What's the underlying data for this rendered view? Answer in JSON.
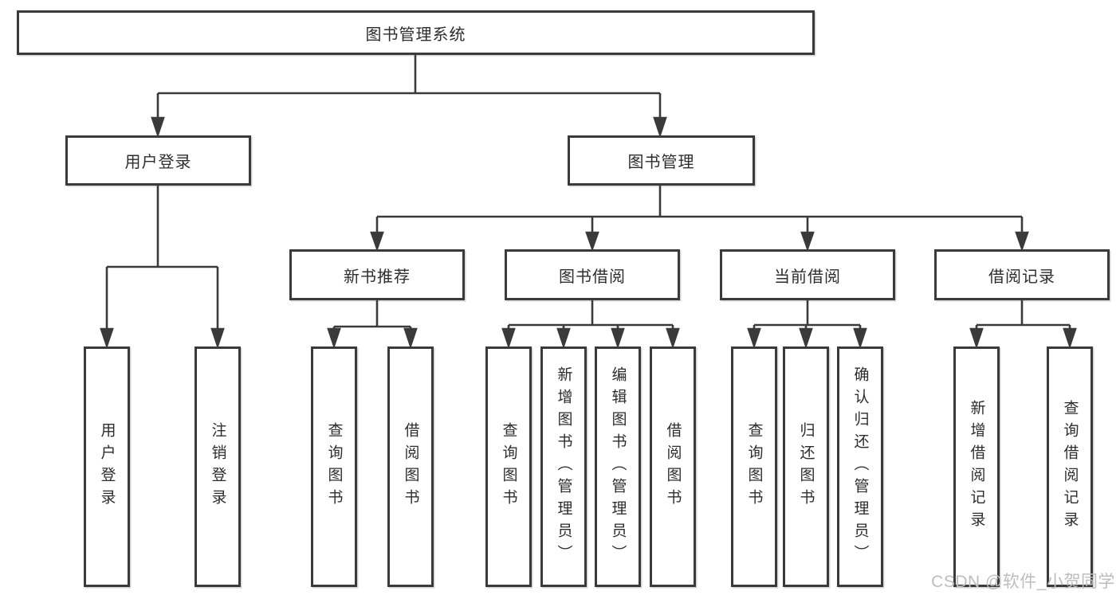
{
  "diagram": {
    "nodes": {
      "root": "图书管理系统",
      "l2": [
        "用户登录",
        "图书管理"
      ],
      "l3": [
        "新书推荐",
        "图书借阅",
        "当前借阅",
        "借阅记录"
      ],
      "leaves_user": [
        "用户登录",
        "注销登录"
      ],
      "leaves_recommend": [
        "查询图书",
        "借阅图书"
      ],
      "leaves_borrow": [
        "查询图书",
        "新增图书（管理员）",
        "编辑图书（管理员）",
        "借阅图书"
      ],
      "leaves_current": [
        "查询图书",
        "归还图书",
        "确认归还（管理员）"
      ],
      "leaves_records": [
        "新增借阅记录",
        "查询借阅记录"
      ]
    },
    "watermark": "CSDN @软件_小贺同学",
    "colors": {
      "line": "#3a3a3a",
      "text": "#2d2d2d",
      "box_background": "#ffffff",
      "watermark": "#bdbdbd",
      "background": "#ffffff"
    }
  }
}
